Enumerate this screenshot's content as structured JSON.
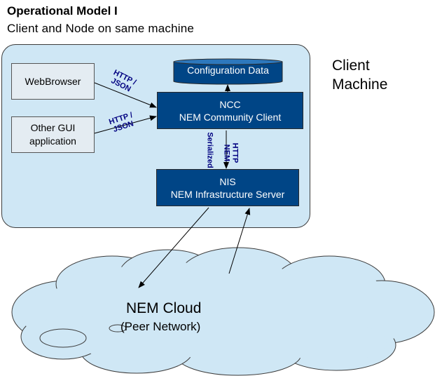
{
  "title": "Operational Model I",
  "subtitle": "Client and Node on same machine",
  "client_machine": {
    "label_line1": "Client",
    "label_line2": "Machine"
  },
  "clients": {
    "webbrowser": "WebBrowser",
    "other_gui_line1": "Other GUI",
    "other_gui_line2": "application"
  },
  "config_data": "Configuration Data",
  "ncc": {
    "line1": "NCC",
    "line2": "NEM Community Client"
  },
  "nis": {
    "line1": "NIS",
    "line2": "NEM Infrastructure Server"
  },
  "protocols": {
    "webbrowser_line1": "HTTP /",
    "webbrowser_line2": "JSON",
    "other_gui_line1": "HTTP /",
    "other_gui_line2": "JSON",
    "ncc_nis_right_line1": "HTTP",
    "ncc_nis_right_line2": "NEM",
    "ncc_nis_left": "Serialized"
  },
  "cloud": {
    "title": "NEM Cloud",
    "subtitle": "(Peer Network)"
  },
  "colors": {
    "machine_fill": "#cfe7f5",
    "server_fill": "#004586",
    "client_fill": "#e4ecf2",
    "cloud_fill": "#cfe7f5",
    "protocol_text": "#000080"
  }
}
